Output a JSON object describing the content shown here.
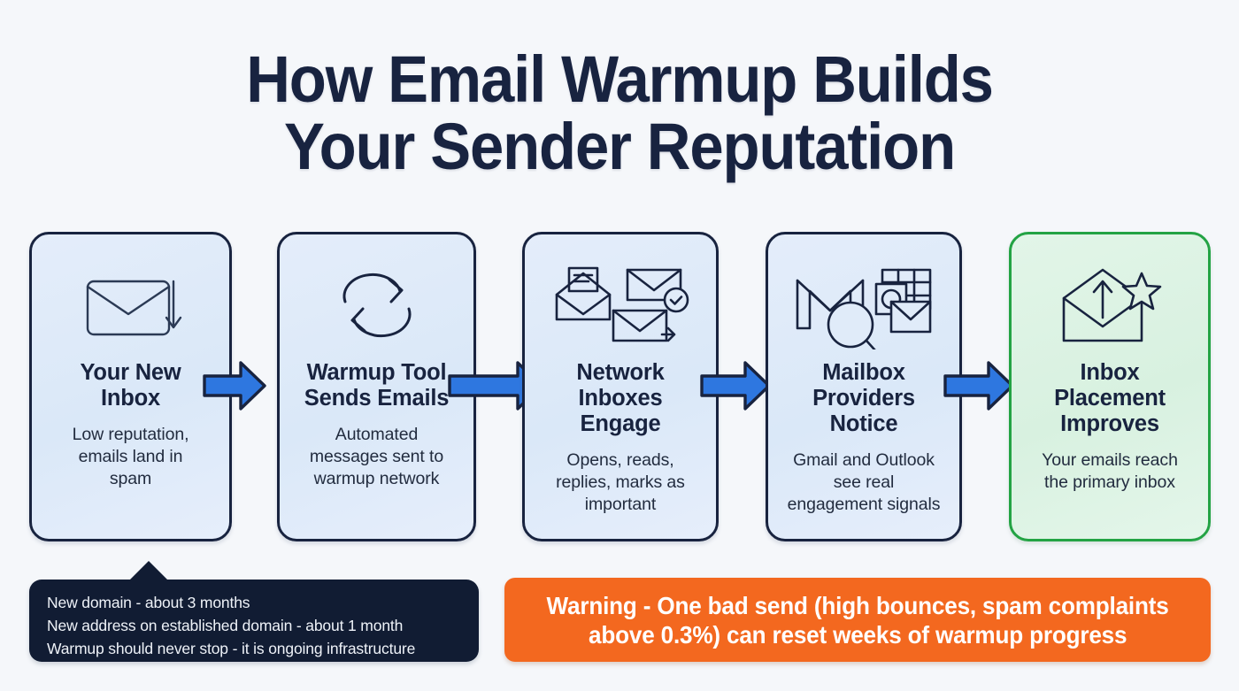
{
  "title": {
    "line1": "How Email Warmup Builds",
    "line2": "Your Sender Reputation",
    "color": "#182340"
  },
  "colors": {
    "page_background": "#f5f7fa",
    "card_fill_blue": "#dce9f8",
    "card_border_navy": "#18233f",
    "card_fill_green": "#ddf2e4",
    "card_border_green": "#23a344",
    "arrow_blue": "#2e77e0",
    "note_background": "#111c33",
    "warning_background": "#f3681f"
  },
  "flow": {
    "steps": [
      {
        "icon": "envelope-down-arrow-icon",
        "title": "Your New Inbox",
        "title_lines": [
          "Your New",
          "Inbox"
        ],
        "desc_lines": [
          "Low reputation,",
          "emails land in",
          "spam"
        ],
        "accent": "blue"
      },
      {
        "icon": "warmup-cycle-arrows-icon",
        "title": "Warmup Tool Sends Emails",
        "title_lines": [
          "Warmup Tool",
          "Sends Emails"
        ],
        "desc_lines": [
          "Automated",
          "messages sent to",
          "warmup network"
        ],
        "accent": "blue"
      },
      {
        "icon": "engaged-envelopes-icon",
        "title": "Network Inboxes Engage",
        "title_lines": [
          "Network",
          "Inboxes",
          "Engage"
        ],
        "desc_lines": [
          "Opens, reads,",
          "replies, marks as",
          "important"
        ],
        "accent": "blue"
      },
      {
        "icon": "mailbox-providers-icon",
        "title": "Mailbox Providers Notice",
        "title_lines": [
          "Mailbox",
          "Providers",
          "Notice"
        ],
        "desc_lines": [
          "Gmail and Outlook",
          "see real",
          "engagement signals"
        ],
        "accent": "blue"
      },
      {
        "icon": "envelope-up-arrow-star-icon",
        "title": "Inbox Placement Improves",
        "title_lines": [
          "Inbox",
          "Placement",
          "Improves"
        ],
        "desc_lines": [
          "Your emails reach",
          "the primary inbox"
        ],
        "accent": "green"
      }
    ],
    "arrows": [
      {
        "name": "flow-arrow-1"
      },
      {
        "name": "flow-arrow-2"
      },
      {
        "name": "flow-arrow-3"
      },
      {
        "name": "flow-arrow-4"
      }
    ]
  },
  "note": {
    "lines": [
      "New domain - about 3 months",
      "New address on established domain - about 1 month",
      "Warmup should never stop - it is ongoing infrastructure"
    ]
  },
  "warning": {
    "line1": "Warning - One bad send (high bounces, spam complaints",
    "line2": "above 0.3%) can reset weeks of warmup progress"
  }
}
